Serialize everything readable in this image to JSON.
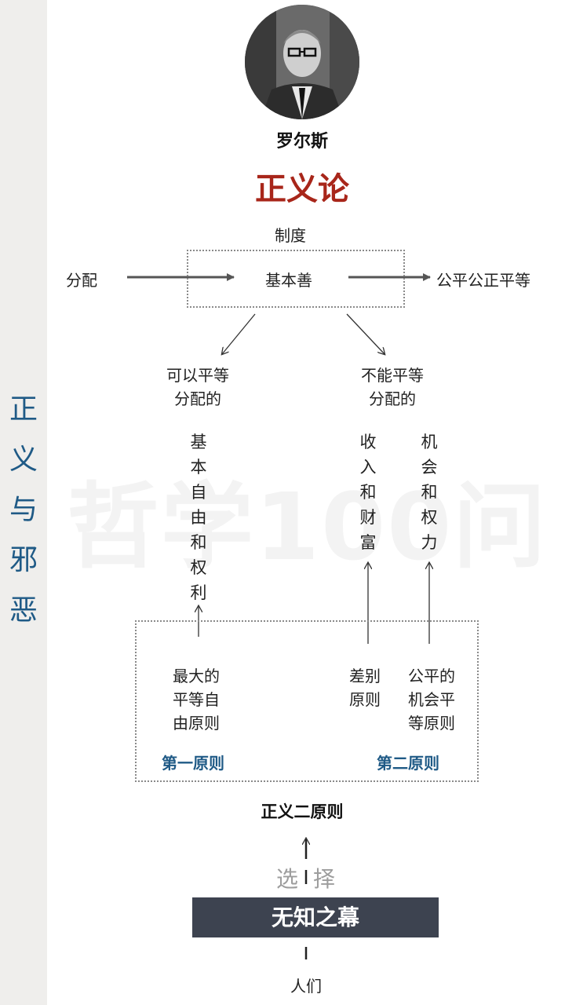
{
  "sidebar": {
    "title_chars": [
      "正",
      "义",
      "与",
      "邪",
      "恶"
    ]
  },
  "watermark": "哲学100问",
  "header": {
    "name": "罗尔斯",
    "book_title": "正义论"
  },
  "institution": {
    "label": "制度",
    "core": "基本善",
    "input": "分配",
    "output": "公平公正平等"
  },
  "branches": {
    "left": {
      "heading": [
        "可以平等",
        "分配的"
      ],
      "item_chars": [
        "基",
        "本",
        "自",
        "由",
        "和",
        "权",
        "利"
      ]
    },
    "right": {
      "heading": [
        "不能平等",
        "分配的"
      ],
      "col1_chars": [
        "收",
        "入",
        "和",
        "财",
        "富"
      ],
      "col2_chars": [
        "机",
        "会",
        "和",
        "权",
        "力"
      ]
    }
  },
  "principles": {
    "first": {
      "name": "第一原则",
      "text": [
        "最大的",
        "平等自",
        "由原则"
      ]
    },
    "second": {
      "name": "第二原则",
      "difference": [
        "差别",
        "原则"
      ],
      "opportunity": [
        "公平的",
        "机会平",
        "等原则"
      ]
    },
    "title": "正义二原则"
  },
  "bottom": {
    "choose_left": "选",
    "choose_right": "择",
    "veil": "无知之幕",
    "people": "人们"
  },
  "colors": {
    "accent_red": "#a8261a",
    "accent_blue": "#1f5a86",
    "veil_bg": "#3d4350",
    "sidebar_bg": "#efeeec"
  }
}
